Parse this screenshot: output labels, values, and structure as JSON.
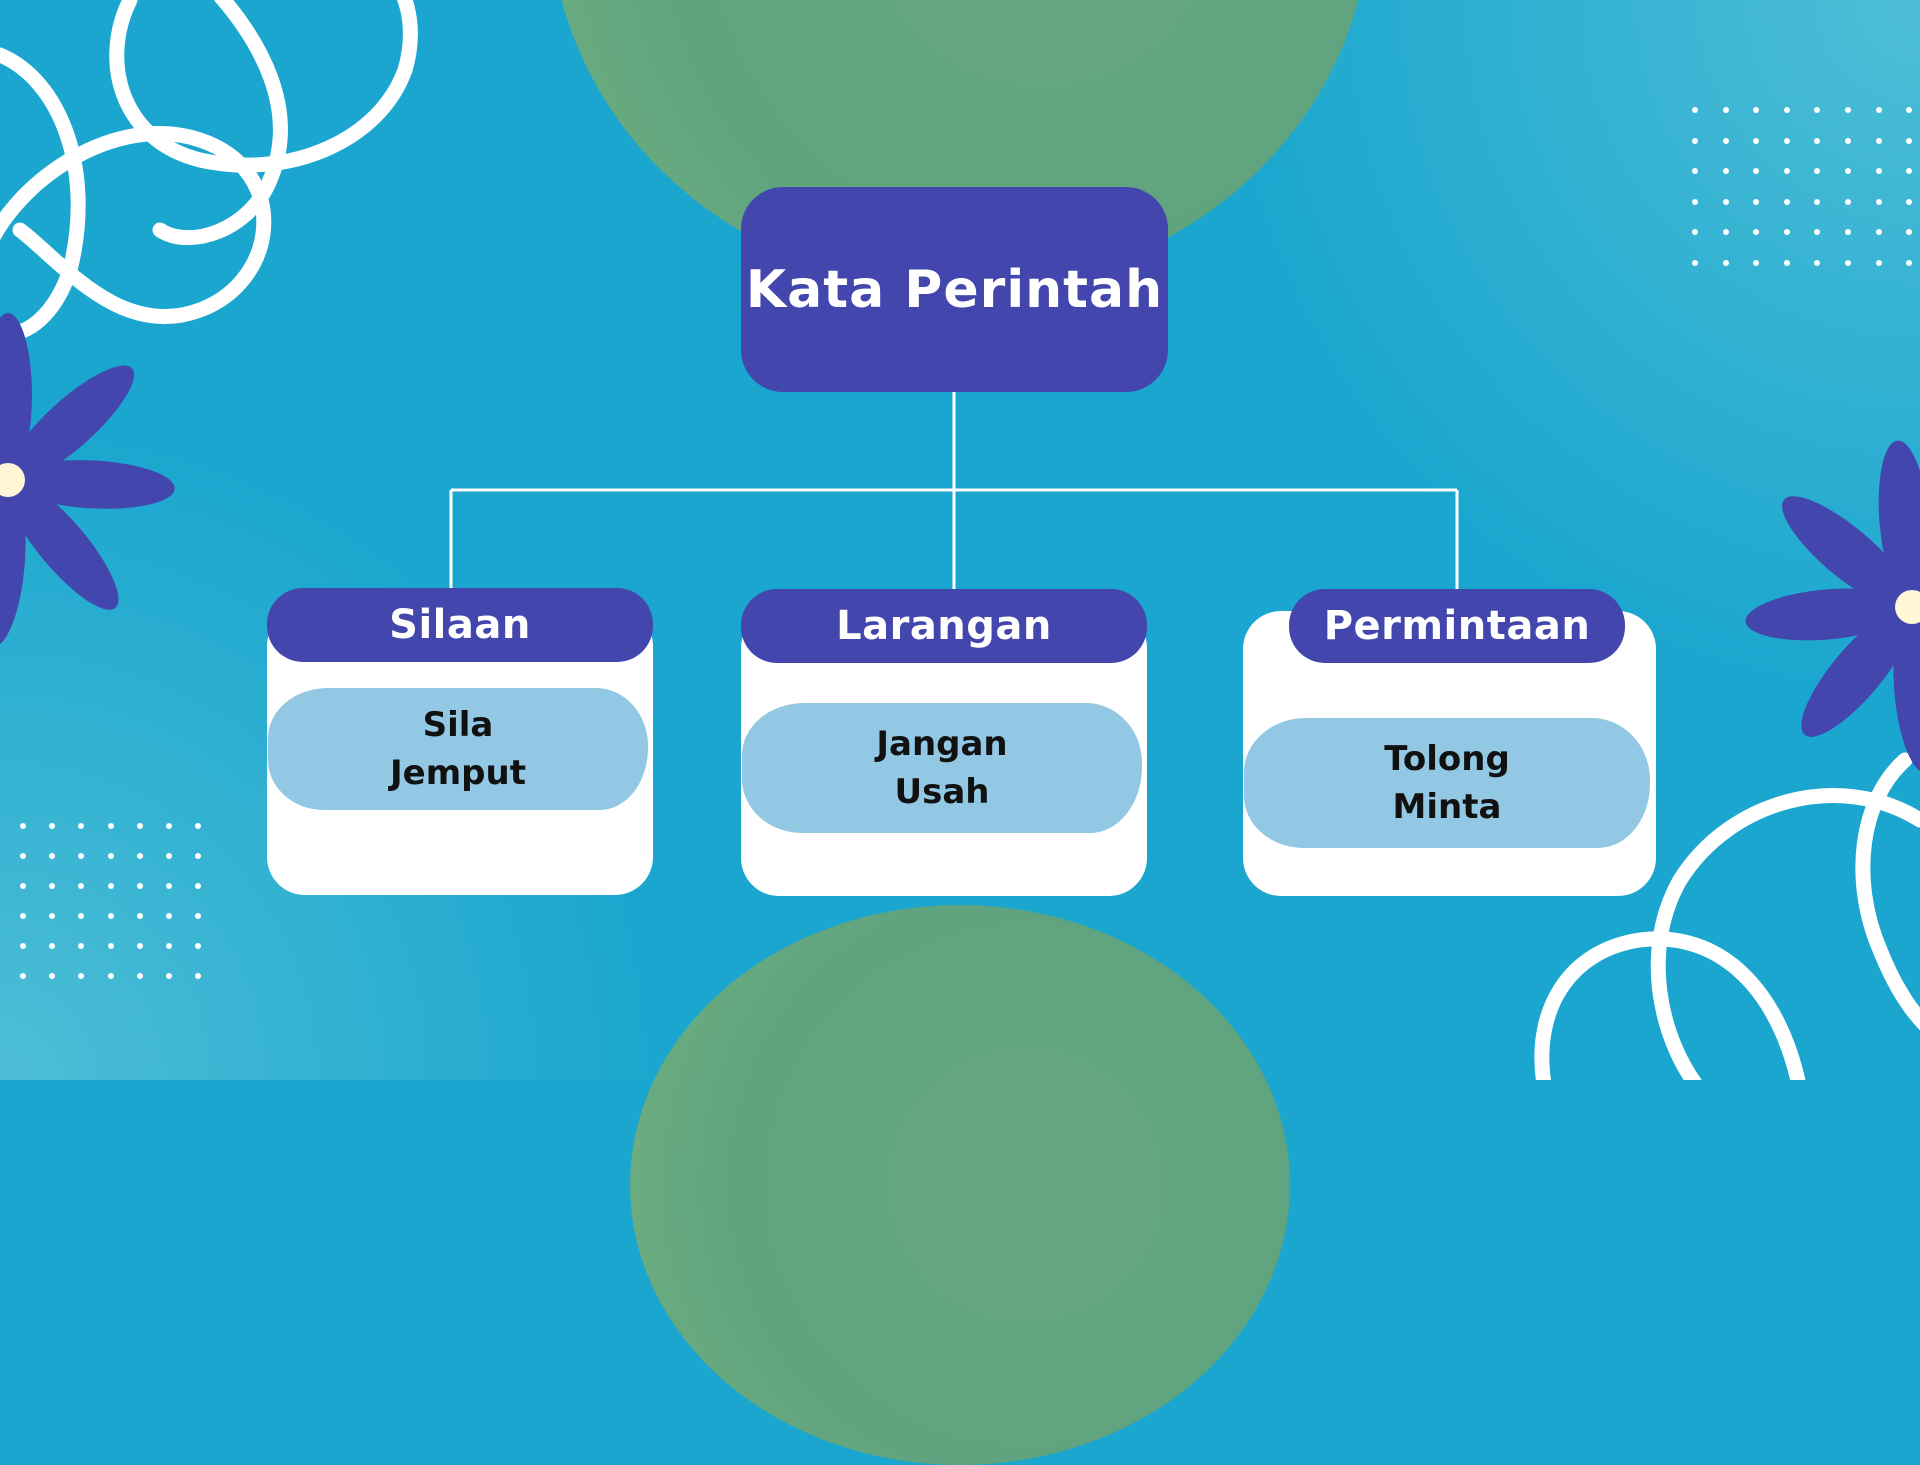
{
  "diagram": {
    "root": {
      "title": "Kata Perintah"
    },
    "categories": [
      {
        "label": "Silaan",
        "words": [
          "Sila",
          "Jemput"
        ]
      },
      {
        "label": "Larangan",
        "words": [
          "Jangan",
          "Usah"
        ]
      },
      {
        "label": "Permintaan",
        "words": [
          "Tolong",
          "Minta"
        ]
      }
    ]
  },
  "colors": {
    "background": "#1aa6cf",
    "box": "#4347ad",
    "card": "#ffffff",
    "word_highlight": "#93c8e4",
    "blob": "#5fa47f",
    "flower_center": "#fff7d6"
  },
  "decorations": [
    "flower-icon",
    "swirl-icon",
    "dot-grid"
  ]
}
